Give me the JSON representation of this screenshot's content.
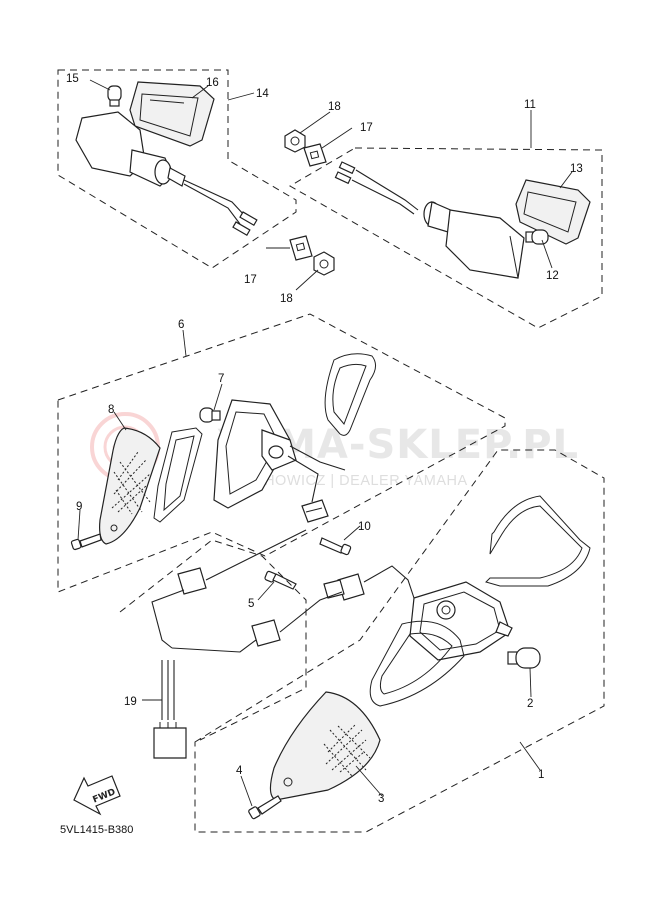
{
  "diagram": {
    "watermark": {
      "brand": "YAMA-SKLEP.PL",
      "tagline": "LICHOWICZ | DEALER YAMAHA"
    },
    "catalog_code": "5VL1415-B380",
    "fwd_label": "FWD",
    "callouts": [
      {
        "id": "c1",
        "text": "1"
      },
      {
        "id": "c2",
        "text": "2"
      },
      {
        "id": "c3",
        "text": "3"
      },
      {
        "id": "c4",
        "text": "4"
      },
      {
        "id": "c5",
        "text": "5"
      },
      {
        "id": "c6",
        "text": "6"
      },
      {
        "id": "c7",
        "text": "7"
      },
      {
        "id": "c8",
        "text": "8"
      },
      {
        "id": "c9",
        "text": "9"
      },
      {
        "id": "c10",
        "text": "10"
      },
      {
        "id": "c11",
        "text": "11"
      },
      {
        "id": "c12",
        "text": "12"
      },
      {
        "id": "c13",
        "text": "13"
      },
      {
        "id": "c14",
        "text": "14"
      },
      {
        "id": "c15",
        "text": "15"
      },
      {
        "id": "c16",
        "text": "16"
      },
      {
        "id": "c17a",
        "text": "17"
      },
      {
        "id": "c17b",
        "text": "17"
      },
      {
        "id": "c18a",
        "text": "18"
      },
      {
        "id": "c18b",
        "text": "18"
      },
      {
        "id": "c19",
        "text": "19"
      }
    ]
  }
}
